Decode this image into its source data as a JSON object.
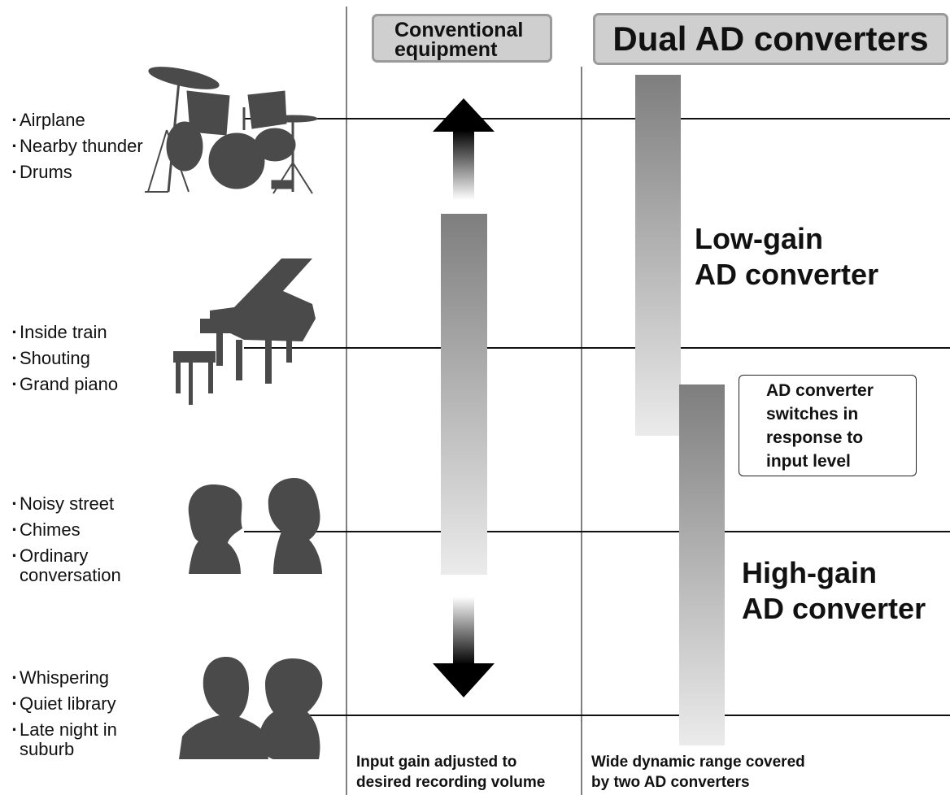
{
  "headers": {
    "conventional": [
      "Conventional",
      "equipment"
    ],
    "dual": "Dual AD converters"
  },
  "groups": [
    {
      "items": [
        "Airplane",
        "Nearby thunder",
        "Drums"
      ],
      "icon": "drum-kit-icon"
    },
    {
      "items": [
        "Inside train",
        "Shouting",
        "Grand piano"
      ],
      "icon": "grand-piano-icon"
    },
    {
      "items": [
        "Noisy street",
        "Chimes",
        "Ordinary conversation"
      ],
      "icon": "conversation-silhouettes-icon"
    },
    {
      "items": [
        "Whispering",
        "Quiet library",
        "Late night in suburb"
      ],
      "icon": "whispering-silhouettes-icon"
    }
  ],
  "labels": {
    "low_gain": [
      "Low-gain",
      "AD converter"
    ],
    "high_gain": [
      "High-gain",
      "AD converter"
    ],
    "callout": [
      "AD converter",
      "switches in",
      "response to",
      "input level"
    ]
  },
  "footnotes": {
    "conventional": [
      "Input gain adjusted to",
      "desired recording volume"
    ],
    "dual": [
      "Wide dynamic range covered",
      "by two AD converters"
    ]
  },
  "colors": {
    "bar_dark": "#808080",
    "bar_light": "#e8e8e8",
    "header_fill": "#cfcfcf",
    "header_border": "#9a9a9a",
    "silhouette": "#4a4a4a"
  }
}
